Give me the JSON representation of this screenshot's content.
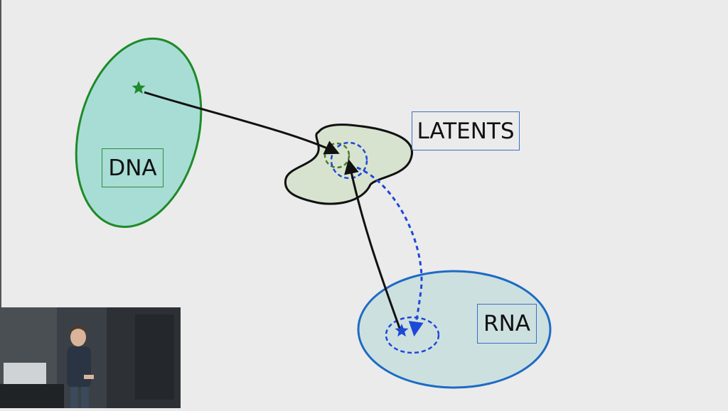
{
  "slide": {
    "background": "#ebebeb",
    "labels": {
      "dna": "DNA",
      "latents": "LATENTS",
      "rna": "RNA"
    },
    "colors": {
      "dna_fill": "#a8ddd5",
      "dna_stroke": "#1f8a2a",
      "latent_fill": "#d8e3cf",
      "latent_stroke": "#111111",
      "rna_fill": "#cde0e0",
      "rna_stroke": "#1e6bc4",
      "dashed_blue": "#1e48d6",
      "dashed_green": "#4b7a2e",
      "arrow": "#111111"
    }
  },
  "presenter_video": {
    "description_icon": "presenter-video-icon"
  }
}
